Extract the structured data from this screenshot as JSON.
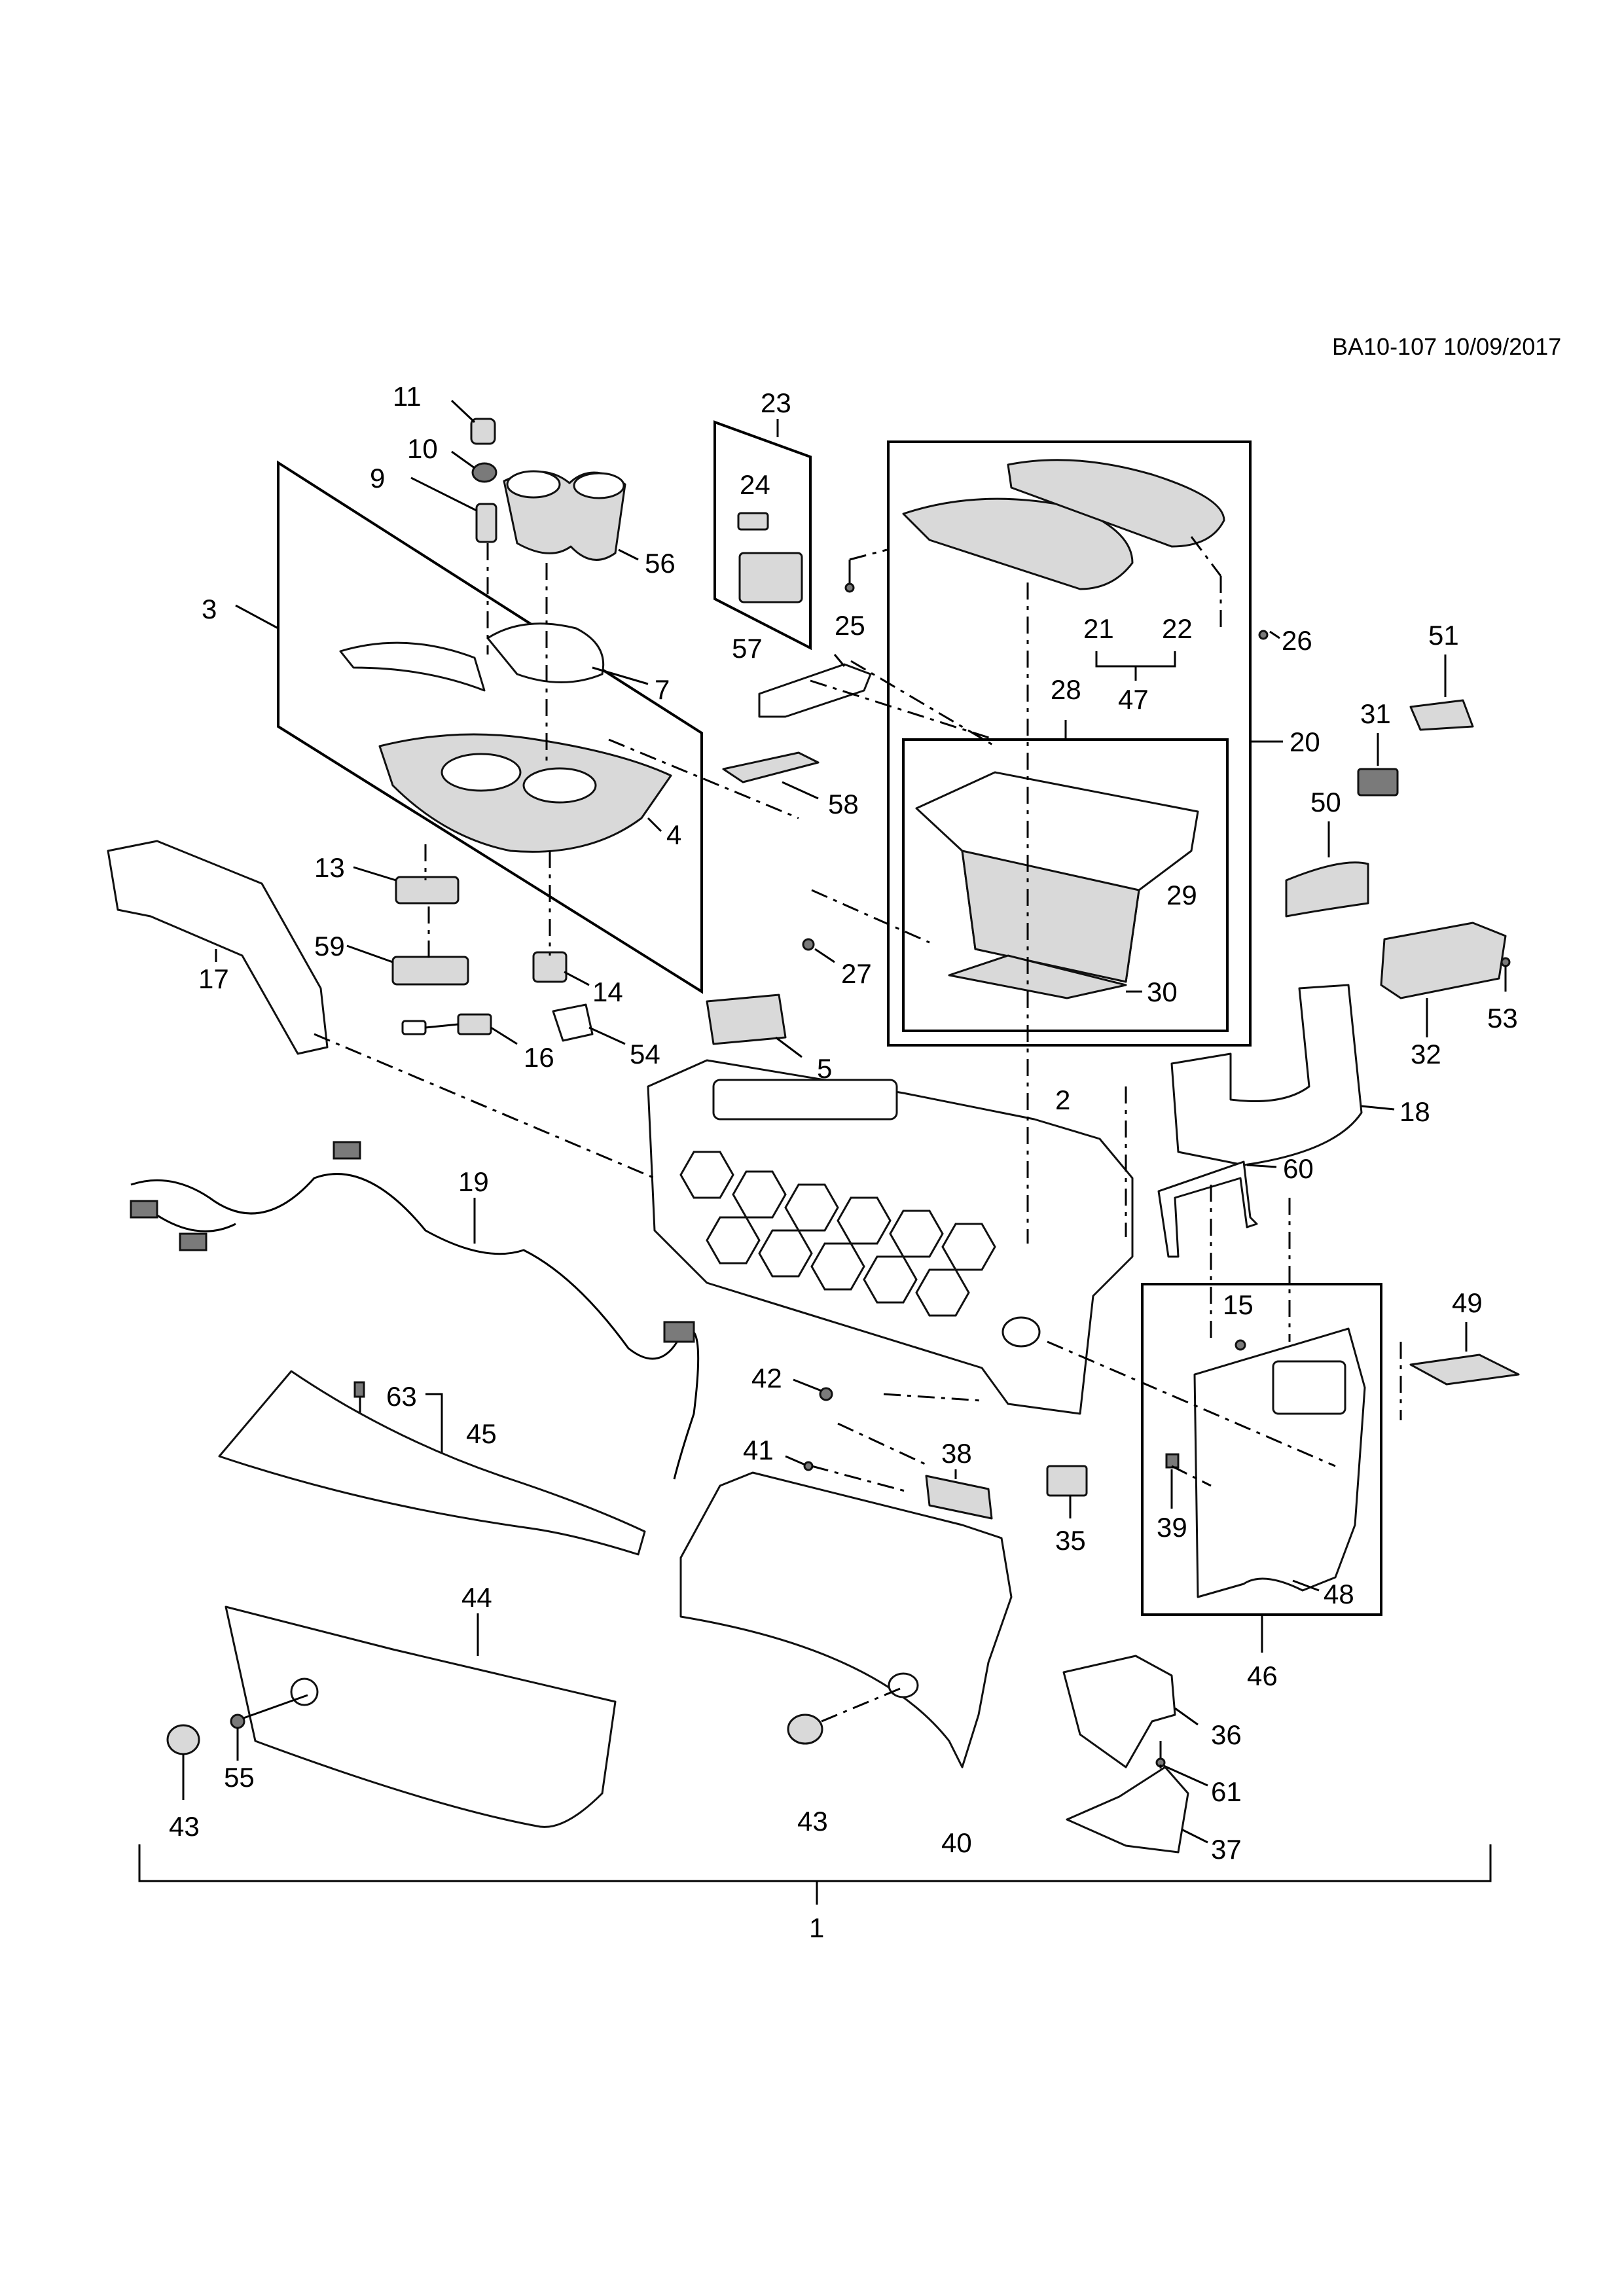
{
  "reference": "BA10-107 10/09/2017",
  "callouts": {
    "c1": "1",
    "c2": "2",
    "c3": "3",
    "c4": "4",
    "c5": "5",
    "c7": "7",
    "c9": "9",
    "c10": "10",
    "c11": "11",
    "c13": "13",
    "c14": "14",
    "c15": "15",
    "c16": "16",
    "c17": "17",
    "c18": "18",
    "c19": "19",
    "c20": "20",
    "c21": "21",
    "c22": "22",
    "c23": "23",
    "c24": "24",
    "c25": "25",
    "c26": "26",
    "c27": "27",
    "c28": "28",
    "c29": "29",
    "c30": "30",
    "c31": "31",
    "c32": "32",
    "c35": "35",
    "c36": "36",
    "c37": "37",
    "c38": "38",
    "c39": "39",
    "c40": "40",
    "c41": "41",
    "c42": "42",
    "c43a": "43",
    "c43b": "43",
    "c44": "44",
    "c45": "45",
    "c46": "46",
    "c47": "47",
    "c48": "48",
    "c49": "49",
    "c50": "50",
    "c51": "51",
    "c53": "53",
    "c54": "54",
    "c55": "55",
    "c56": "56",
    "c57": "57",
    "c58": "58",
    "c59": "59",
    "c60": "60",
    "c61": "61",
    "c63": "63"
  }
}
